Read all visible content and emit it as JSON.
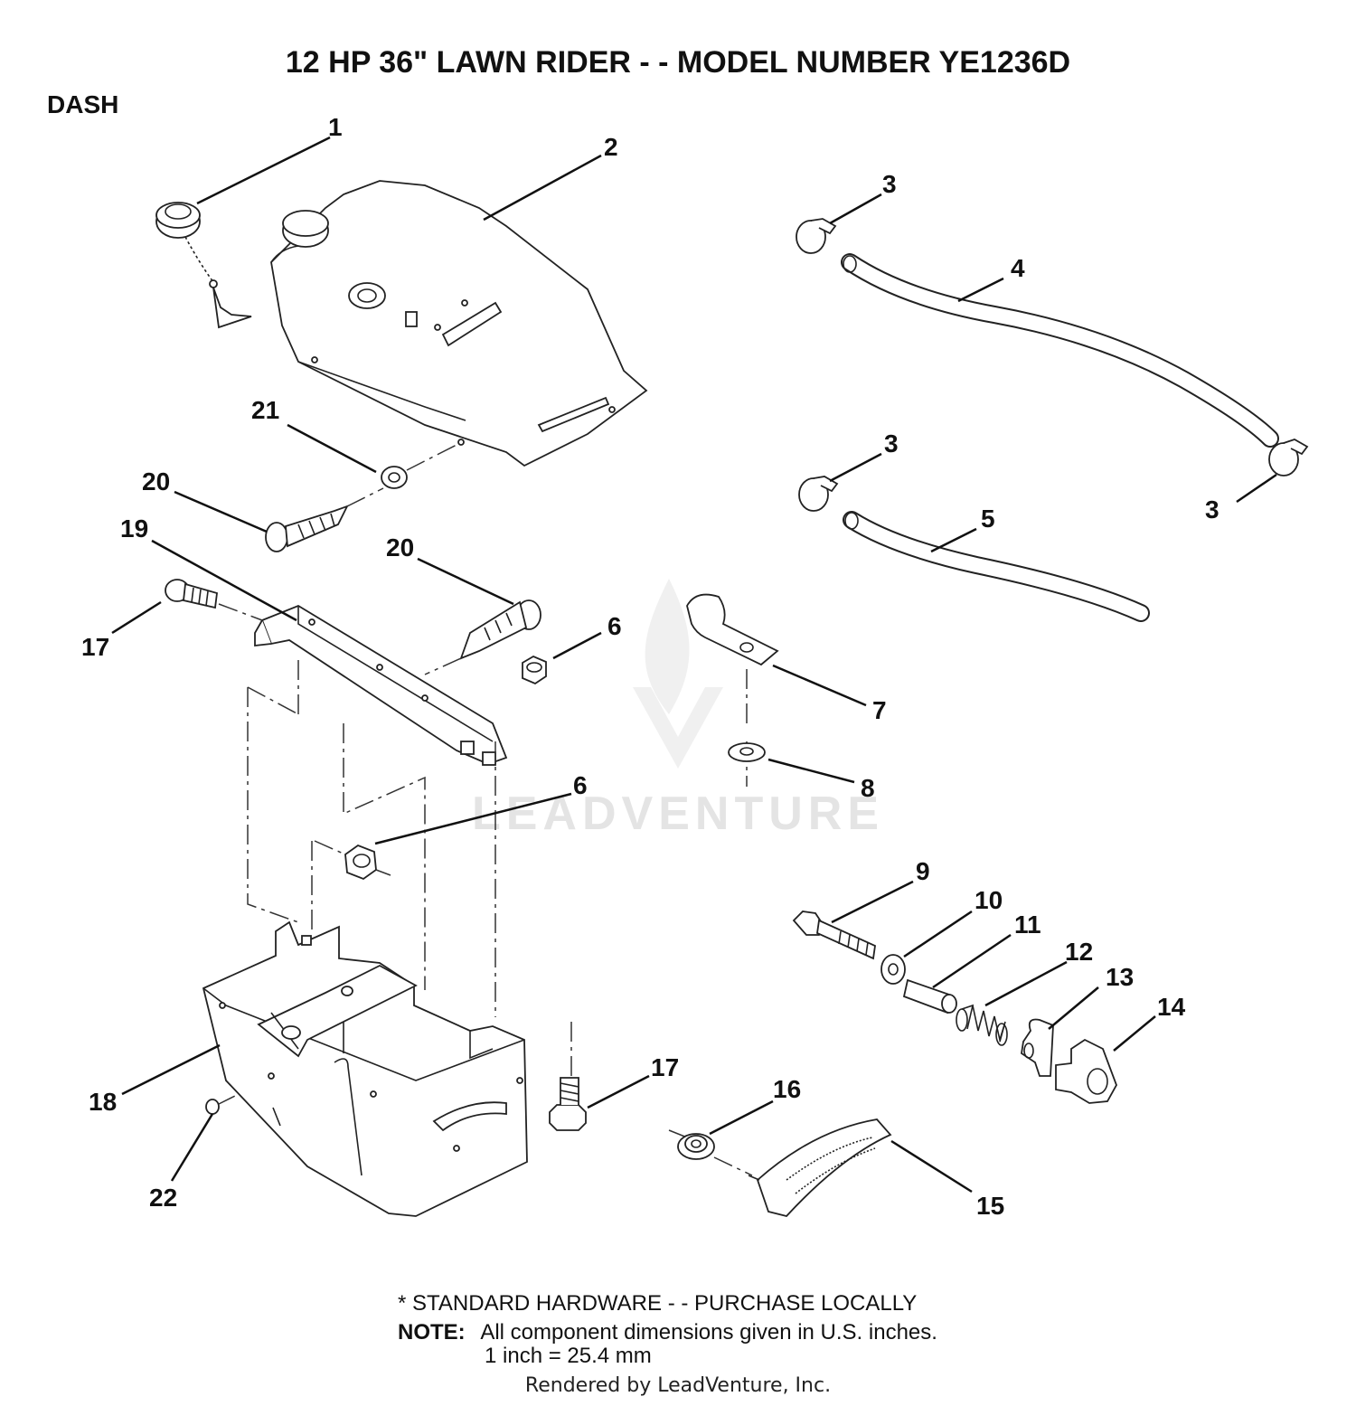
{
  "header": {
    "title": "12 HP 36\" LAWN RIDER - - MODEL NUMBER YE1236D",
    "section": "DASH"
  },
  "watermark": "LEADVENTURE",
  "callouts": [
    {
      "id": "c1",
      "label": "1"
    },
    {
      "id": "c2",
      "label": "2"
    },
    {
      "id": "c3a",
      "label": "3"
    },
    {
      "id": "c3b",
      "label": "3"
    },
    {
      "id": "c3c",
      "label": "3"
    },
    {
      "id": "c4",
      "label": "4"
    },
    {
      "id": "c5",
      "label": "5"
    },
    {
      "id": "c6a",
      "label": "6"
    },
    {
      "id": "c6b",
      "label": "6"
    },
    {
      "id": "c7",
      "label": "7"
    },
    {
      "id": "c8",
      "label": "8"
    },
    {
      "id": "c9",
      "label": "9"
    },
    {
      "id": "c10",
      "label": "10"
    },
    {
      "id": "c11",
      "label": "11"
    },
    {
      "id": "c12",
      "label": "12"
    },
    {
      "id": "c13",
      "label": "13"
    },
    {
      "id": "c14",
      "label": "14"
    },
    {
      "id": "c15",
      "label": "15"
    },
    {
      "id": "c16",
      "label": "16"
    },
    {
      "id": "c17a",
      "label": "17"
    },
    {
      "id": "c17b",
      "label": "17"
    },
    {
      "id": "c18",
      "label": "18"
    },
    {
      "id": "c19",
      "label": "19"
    },
    {
      "id": "c20a",
      "label": "20"
    },
    {
      "id": "c20b",
      "label": "20"
    },
    {
      "id": "c21",
      "label": "21"
    },
    {
      "id": "c22",
      "label": "22"
    }
  ],
  "footer": {
    "standard_hardware": "* STANDARD HARDWARE - - PURCHASE LOCALLY",
    "note_label": "NOTE:",
    "note_text": "All component dimensions given in U.S. inches.",
    "conversion": "1 inch = 25.4 mm",
    "rendered_by": "Rendered by LeadVenture, Inc."
  }
}
